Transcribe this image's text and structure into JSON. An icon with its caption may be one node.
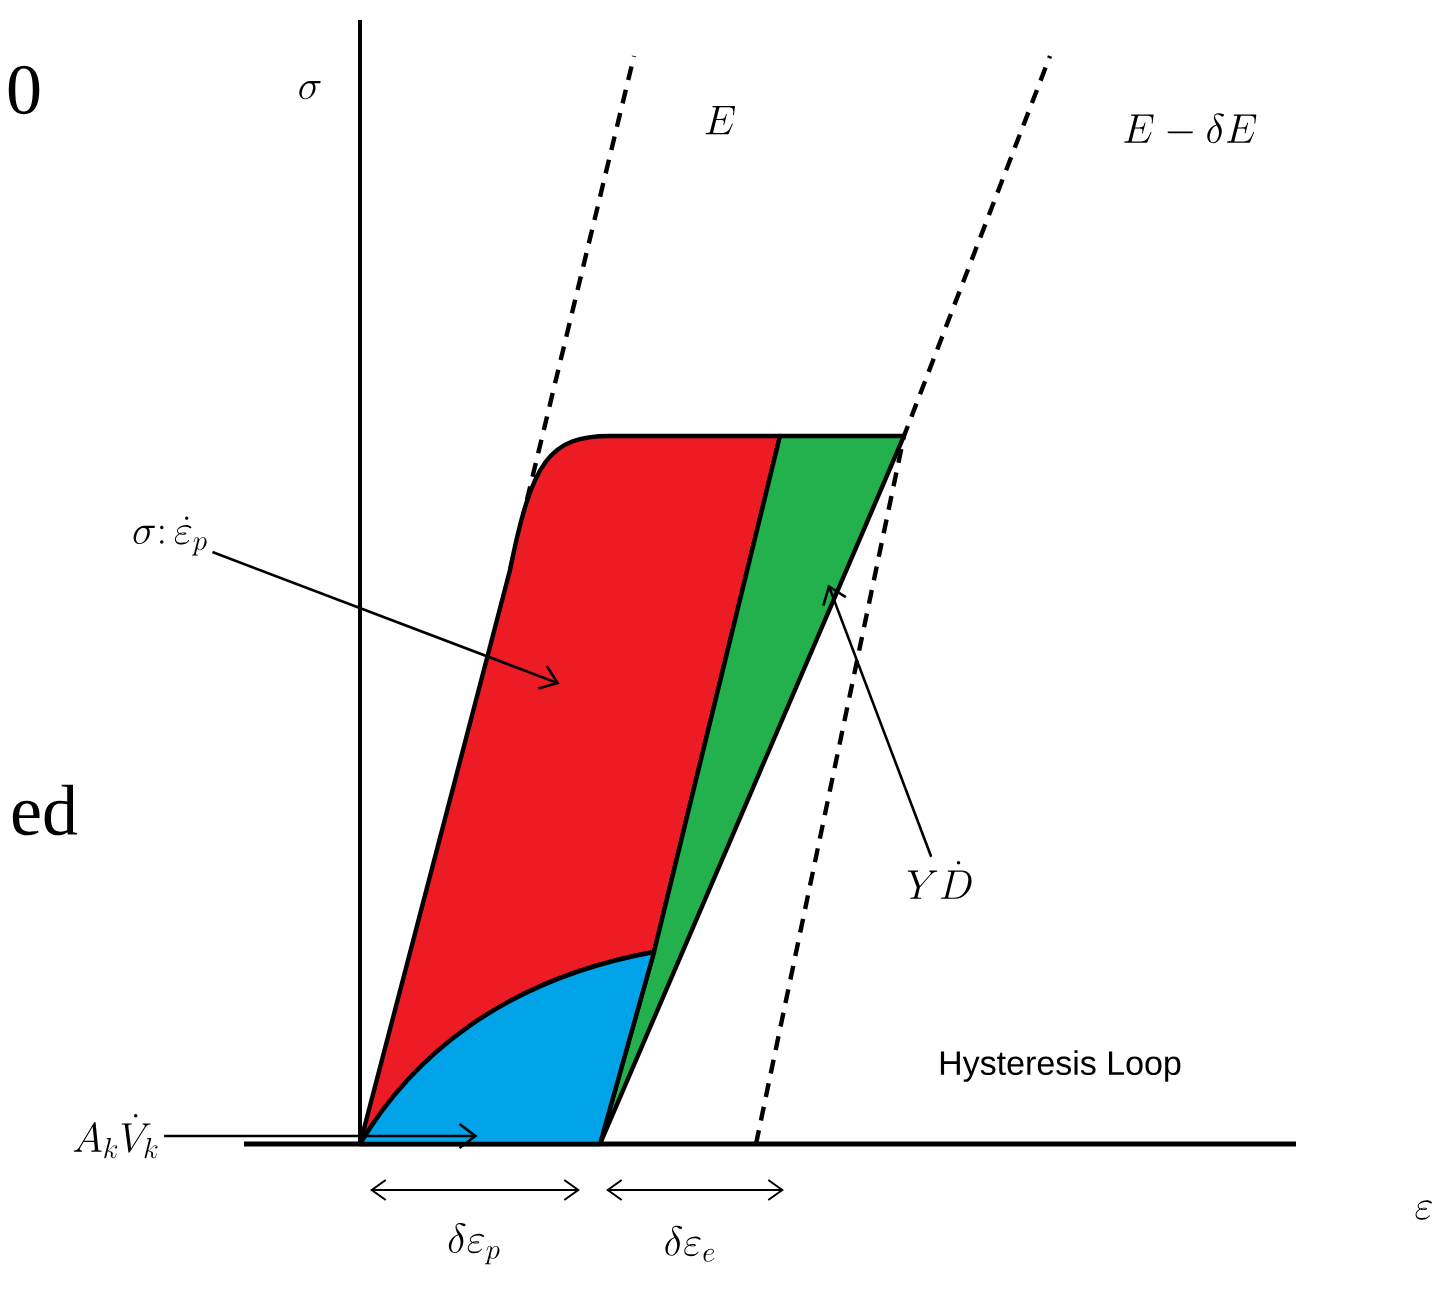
{
  "diagram": {
    "nodes": [
      {
        "text": [
          "\\sigma\\colon \\dot{\\varepsilon}_p"
        ]
      },
      {
        "text": [],
        "shape": "polygon"
      },
      {
        "text": [
          "Y\\dot{D}"
        ]
      },
      {
        "text": [],
        "shape": "polygon"
      },
      {
        "text": [
          "A_k\\dot{V}_k"
        ]
      },
      {
        "text": [],
        "shape": "polygon"
      }
    ],
    "edges": [
      {
        "from": 0,
        "to": 1,
        "arrow": "to"
      },
      {
        "from": 2,
        "to": 3,
        "arrow": "to"
      },
      {
        "from": 4,
        "to": 5,
        "arrow": "to"
      }
    ],
    "labels": [
      "0",
      "\\sigma",
      "E",
      "E-\\delta E",
      "ed",
      "Hysteresis Loop",
      "\\varepsilon",
      "\\delta\\varepsilon_p",
      "\\delta\\varepsilon_e"
    ]
  }
}
